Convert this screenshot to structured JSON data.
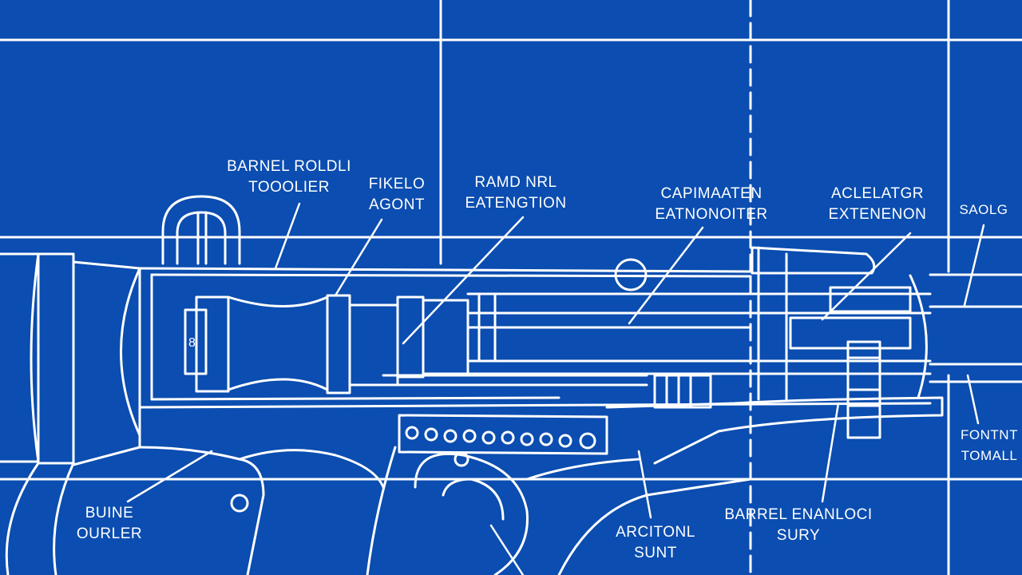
{
  "colors": {
    "background": "#0b4db0",
    "ink": "#ffffff"
  },
  "labels": {
    "barrel_roldu": {
      "line1": "BARNEL ROLDLI",
      "line2": "TOOOLIER"
    },
    "fikelo_agont": {
      "line1": "FIKELO",
      "line2": "AGONT"
    },
    "ramd_nrl": {
      "line1": "RAMD NRL",
      "line2": "EATENGTION"
    },
    "capimaaten": {
      "line1": "CAPIMAATEN",
      "line2": "EATNONOITER"
    },
    "aclelatgr": {
      "line1": "ACLELATGR",
      "line2": "EXTENENON"
    },
    "saolg": {
      "line1": "SAOLG"
    },
    "fontnt": {
      "line1": "FONTNT",
      "line2": "TOMALL"
    },
    "buine_ourler": {
      "line1": "BUINE",
      "line2": "OURLER"
    },
    "arcitonl_sunt": {
      "line1": "ARCITONL",
      "line2": "SUNT"
    },
    "barrel_enanloc": {
      "line1": "BARREL ENANLOCI",
      "line2": "SURY"
    }
  },
  "markings": {
    "body_mark": "8"
  }
}
